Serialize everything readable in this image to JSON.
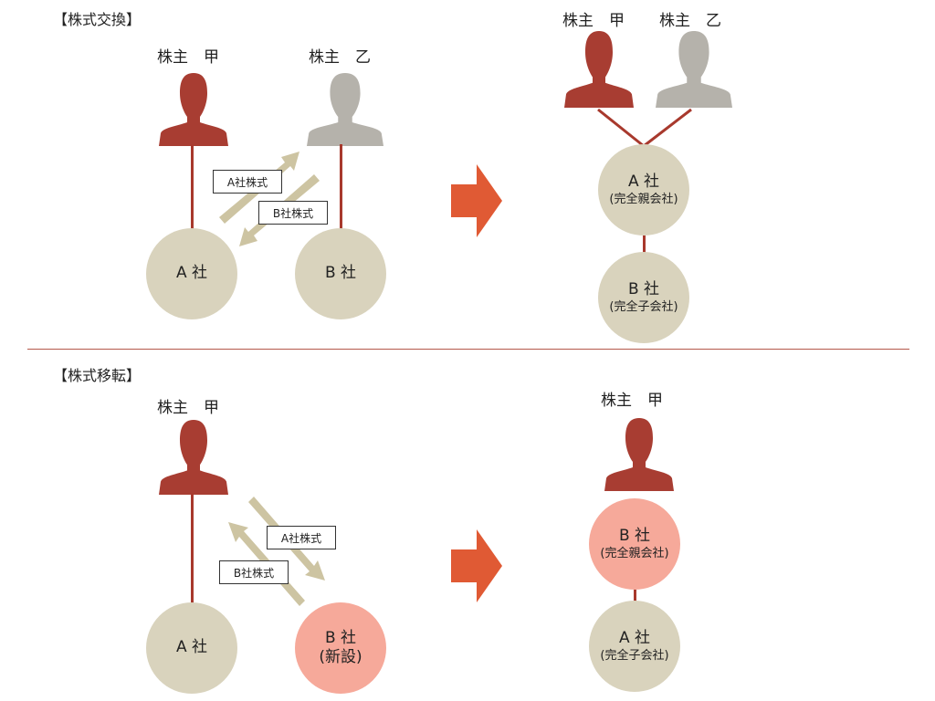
{
  "colors": {
    "shareholder_a": "#a83d32",
    "shareholder_b": "#b5b2ab",
    "company_tan": "#d9d3bd",
    "company_pink": "#f6a99a",
    "arrow_orange": "#e05a34",
    "transfer_arrow": "#cdc4a2",
    "connector": "#a8392d"
  },
  "top": {
    "title": "【株式交換】",
    "before": {
      "shareholder_a": "株主　甲",
      "shareholder_b": "株主　乙",
      "company_a": "A 社",
      "company_b": "B 社",
      "transfer_up": "A社株式",
      "transfer_down": "B社株式"
    },
    "after": {
      "shareholder_a": "株主　甲",
      "shareholder_b": "株主　乙",
      "parent_name": "A 社",
      "parent_role": "(完全親会社)",
      "child_name": "B 社",
      "child_role": "(完全子会社)"
    }
  },
  "bottom": {
    "title": "【株式移転】",
    "before": {
      "shareholder_a": "株主　甲",
      "company_a": "A 社",
      "company_b_name": "B 社",
      "company_b_note": "(新設)",
      "transfer_down": "A社株式",
      "transfer_up": "B社株式"
    },
    "after": {
      "shareholder_a": "株主　甲",
      "parent_name": "B 社",
      "parent_role": "(完全親会社)",
      "child_name": "A 社",
      "child_role": "(完全子会社)"
    }
  }
}
